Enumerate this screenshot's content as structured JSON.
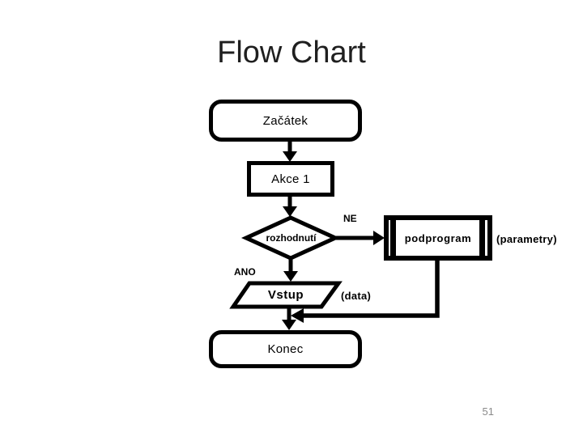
{
  "slide": {
    "title": "Flow Chart",
    "page_number": "51"
  },
  "flowchart": {
    "nodes": {
      "start": {
        "type": "terminator",
        "label": "Začátek"
      },
      "action": {
        "type": "process",
        "label": "Akce 1"
      },
      "decision": {
        "type": "decision",
        "label": "rozhodnutí"
      },
      "subroutine": {
        "type": "predefined-process",
        "label": "podprogram"
      },
      "input": {
        "type": "input-output",
        "label": "Vstup"
      },
      "end": {
        "type": "terminator",
        "label": "Konec"
      }
    },
    "branch_labels": {
      "no": "NE",
      "yes": "ANO"
    },
    "annotations": {
      "subroutine_note": "(parametry)",
      "input_note": "(data)"
    },
    "colors": {
      "shape_stroke": "#000000",
      "shape_fill": "#ffffff",
      "title_text": "#1f1f1f",
      "page_number_text": "#8a8a8a",
      "background": "#ffffff"
    }
  }
}
